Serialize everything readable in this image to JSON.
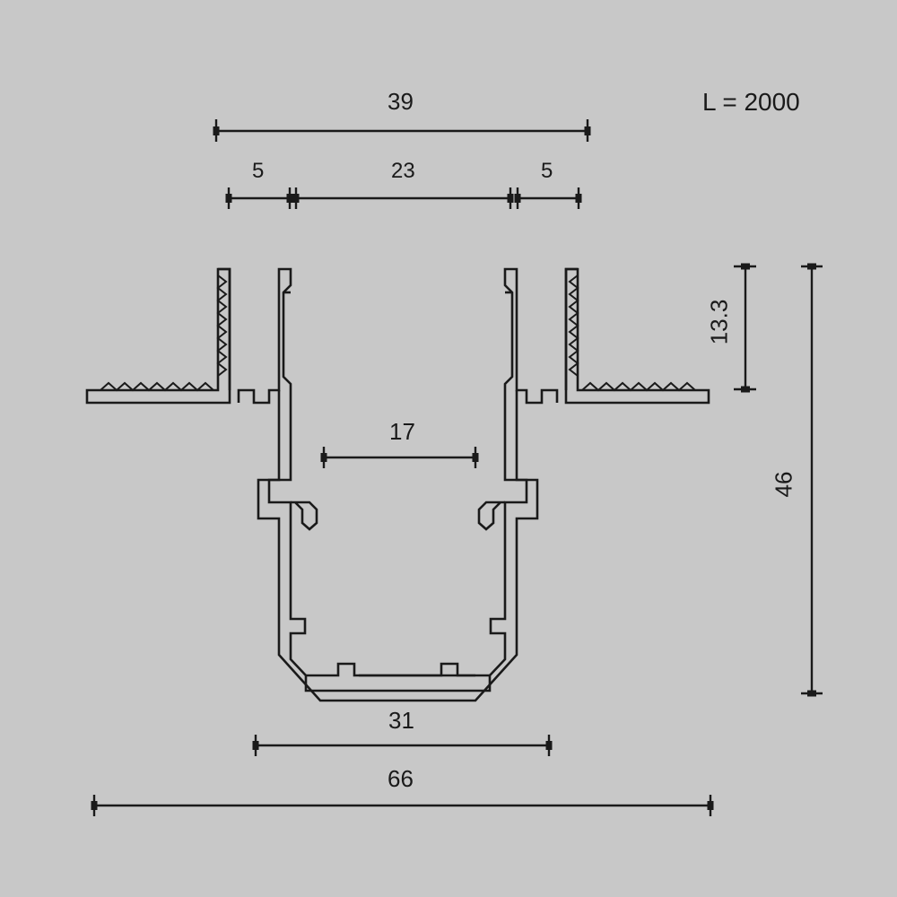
{
  "drawing": {
    "title": "aluminium-profile-cross-section",
    "background_color": "#c8c8c8",
    "line_color": "#1a1a1a",
    "length_label": "L = 2000",
    "dimensions": {
      "top_overall": "39",
      "top_left_flange": "5",
      "top_center": "23",
      "top_right_flange": "5",
      "inner_slot": "17",
      "right_upper_height": "13.3",
      "right_total_height": "46",
      "bottom_inner": "31",
      "bottom_overall": "66"
    }
  }
}
